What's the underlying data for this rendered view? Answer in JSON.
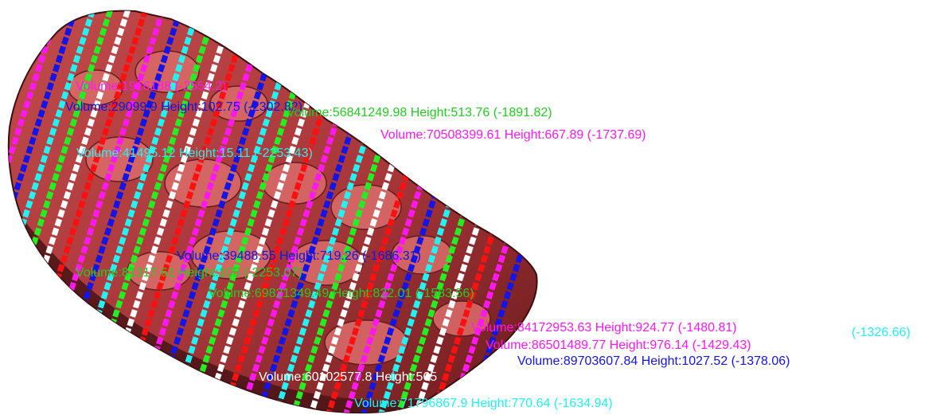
{
  "colors": {
    "background": "#ffffff",
    "surface": "#a8373a",
    "surface_light": "#d96a68",
    "surface_dark": "#3a0f10",
    "slice_magenta": "#ff18f0",
    "slice_blue": "#1414e6",
    "slice_cyan": "#22f2f2",
    "slice_green": "#22ee22",
    "slice_white": "#ffffff",
    "slice_red": "#ff1010"
  },
  "labels": [
    {
      "text": "Volume:1916188 (-2554.2)",
      "color": "#ff18f0"
    },
    {
      "text": "Volume:29099.9 Height:102.75 (-2302.82)",
      "color": "#1414e6"
    },
    {
      "text": "Volume:56841249.98 Height:513.76 (-1891.82)",
      "color": "#22cc22"
    },
    {
      "text": "Volume:70508399.61 Height:667.89 (-1737.69)",
      "color": "#ff18f0"
    },
    {
      "text": "Volume:41495.12 Height:15.11 (-2253.43)",
      "color": "#22f2f2"
    },
    {
      "text": "Volume:39488.55 Height:719.26 (-1686.31)",
      "color": "#1414e6"
    },
    {
      "text": "Volume:81317.61 Height:105 (-2253.07)",
      "color": "#22cc22"
    },
    {
      "text": "Volume:69821349.49 Height:822.01 (-1583.56)",
      "color": "#22cc22"
    },
    {
      "text": "Volume:84172953.63 Height:924.77 (-1480.81)",
      "color": "#ff18f0"
    },
    {
      "text": "(-1326.66)",
      "color": "#22f2f2"
    },
    {
      "text": "Volume:86501489.77 Height:976.14 (-1429.43)",
      "color": "#ff18f0"
    },
    {
      "text": "Volume:89703607.84 Height:1027.52 (-1378.06)",
      "color": "#1414e6"
    },
    {
      "text": "Volume:60102577.8 Height:565",
      "color": "#ffffff"
    },
    {
      "text": "Volume:71796867.9 Height:770.64 (-1634.94)",
      "color": "#22f2f2"
    }
  ]
}
